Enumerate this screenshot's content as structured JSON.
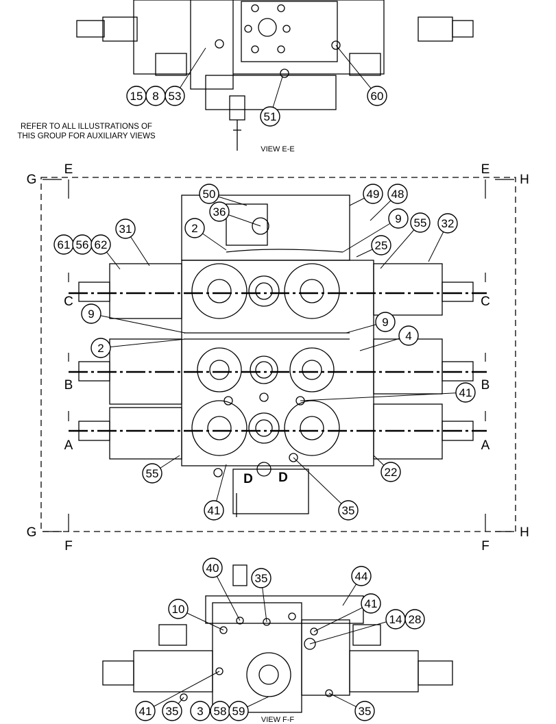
{
  "note": {
    "line1": "REFER TO ALL ILLUSTRATIONS OF",
    "line2": "THIS GROUP FOR AUXILIARY VIEWS"
  },
  "view_labels": {
    "top": "VIEW E-E",
    "bottom": "VIEW F-F"
  },
  "section_letters": {
    "e_left": "E",
    "e_right": "E",
    "f_left": "F",
    "f_right": "F",
    "g_top": "G",
    "g_bottom": "G",
    "h_top": "H",
    "h_bottom": "H",
    "c_left": "C",
    "c_right": "C",
    "b_left": "B",
    "b_right": "B",
    "a_left": "A",
    "a_right": "A",
    "d_left": "D",
    "d_right": "D"
  },
  "callouts": {
    "top_view": [
      "15",
      "8",
      "53",
      "51",
      "60"
    ],
    "main_view": [
      "50",
      "49",
      "48",
      "36",
      "9",
      "55",
      "32",
      "31",
      "2",
      "25",
      "61",
      "56",
      "62",
      "9",
      "9",
      "2",
      "4",
      "41",
      "55",
      "22",
      "41",
      "35"
    ],
    "bottom_view": [
      "40",
      "35",
      "44",
      "10",
      "41",
      "14",
      "28",
      "41",
      "35",
      "3",
      "58",
      "59",
      "35"
    ]
  },
  "colors": {
    "ink": "#000000",
    "paper": "#ffffff"
  }
}
